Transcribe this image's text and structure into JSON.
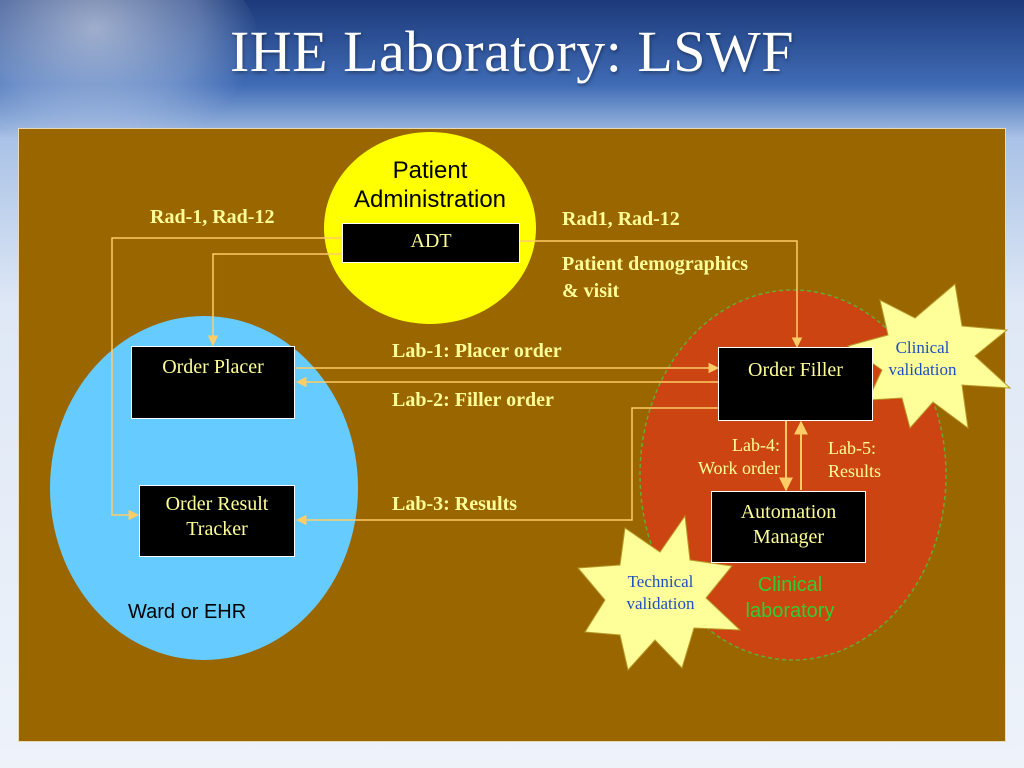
{
  "slide": {
    "title": "IHE Laboratory: LSWF"
  },
  "actors": {
    "patient_admin": "Patient\nAdministration",
    "adt": "ADT",
    "order_placer": "Order Placer",
    "order_result_tracker": "Order Result\nTracker",
    "order_filler": "Order Filler",
    "automation_manager": "Automation\nManager"
  },
  "domains": {
    "ward": "Ward or EHR",
    "clinical_lab": "Clinical\nlaboratory"
  },
  "transactions": {
    "rad_left": "Rad-1, Rad-12",
    "rad_right": "Rad1, Rad-12",
    "patient_demo": "Patient demographics\n& visit",
    "lab1": "Lab-1: Placer order",
    "lab2": "Lab-2:  Filler order",
    "lab3": "Lab-3: Results",
    "lab4": "Lab-4:\nWork order",
    "lab5": "Lab-5:\nResults"
  },
  "callouts": {
    "clinical_validation": "Clinical\nvalidation",
    "technical_validation": "Technical\nvalidation"
  },
  "colors": {
    "panel": "#996600",
    "ward_ellipse": "#66ccff",
    "lab_ellipse": "#cc4411",
    "admin_ellipse": "#ffff00",
    "arrow": "#ffcc66",
    "star": "#ffff99",
    "label": "#ffff99",
    "lab_label": "#33cc33"
  }
}
